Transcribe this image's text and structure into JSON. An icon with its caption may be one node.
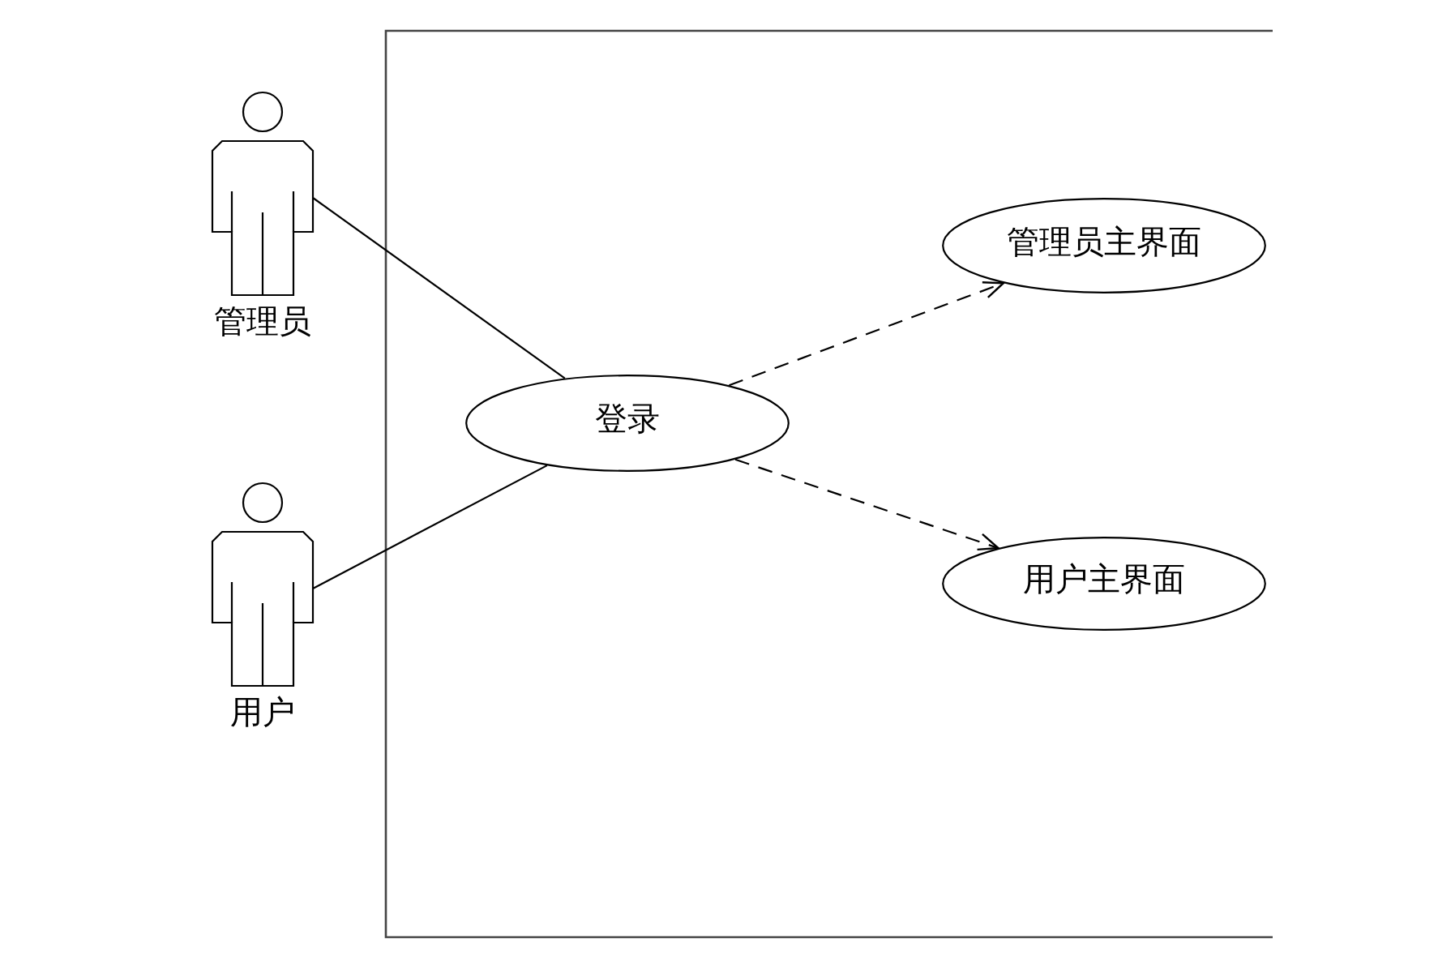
{
  "diagram": {
    "nodes": [
      {
        "text": [
          "管理员"
        ]
      },
      {
        "text": [
          "用户"
        ]
      },
      {
        "text": [
          "登录"
        ]
      },
      {
        "text": [
          "管理员主界面"
        ]
      },
      {
        "text": [
          "用户主界面"
        ]
      }
    ],
    "edges": [
      {
        "from": 0,
        "to": 2,
        "arrow": "none"
      },
      {
        "from": 1,
        "to": 2,
        "arrow": "none"
      },
      {
        "from": 2,
        "to": 3,
        "arrow": "to",
        "style": "dashed"
      },
      {
        "from": 2,
        "to": 4,
        "arrow": "to",
        "style": "dashed"
      }
    ]
  }
}
